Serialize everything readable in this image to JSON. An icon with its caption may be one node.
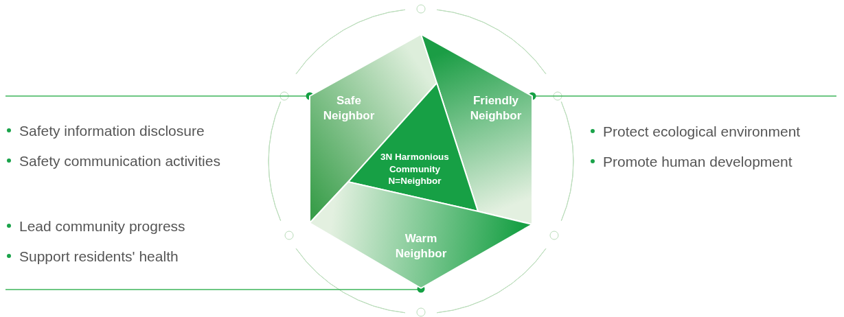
{
  "diagram": {
    "nodes": [
      {
        "text": [
          "Safe Neighbor"
        ]
      },
      {
        "text": [
          "Friendly Neighbor"
        ]
      },
      {
        "text": [
          "3N Harmonious Community N=Neighbor"
        ]
      },
      {
        "text": [
          "Warm Neighbor"
        ]
      }
    ],
    "labels": [
      "Safety information disclosure",
      "Safety communication activities",
      "Protect ecological environment",
      "Promote human development",
      "Lead community progress",
      "Support residents' health"
    ]
  }
}
